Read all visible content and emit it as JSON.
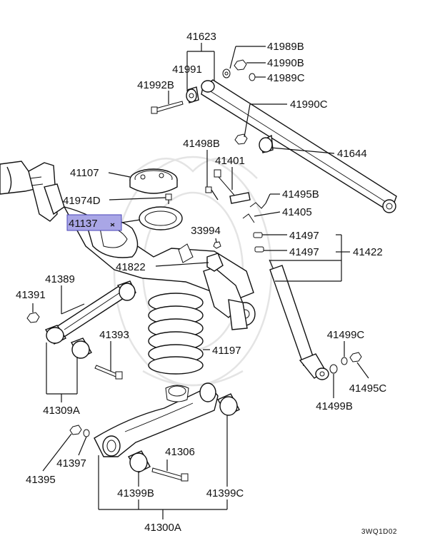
{
  "diagram": {
    "highlight_color": "#a9a6e6",
    "labels": {
      "p41623": "41623",
      "p41989B": "41989B",
      "p41990B": "41990B",
      "p41991": "41991",
      "p41989C": "41989C",
      "p41992B": "41992B",
      "p41990C": "41990C",
      "p41498B": "41498B",
      "p41644": "41644",
      "p41401": "41401",
      "p41107": "41107",
      "p41495B": "41495B",
      "p41974D": "41974D",
      "p41405": "41405",
      "p41137": "41137",
      "p33994": "33994",
      "p41497a": "41497",
      "p41497b": "41497",
      "p41422": "41422",
      "p41822": "41822",
      "p41389": "41389",
      "p41391": "41391",
      "p41393": "41393",
      "p41197": "41197",
      "p41499C": "41499C",
      "p41495C": "41495C",
      "p41309A": "41309A",
      "p41499B": "41499B",
      "p41306": "41306",
      "p41397": "41397",
      "p41395": "41395",
      "p41399B": "41399B",
      "p41399C": "41399C",
      "p41300A": "41300A"
    },
    "code": "3WQ1D02"
  }
}
